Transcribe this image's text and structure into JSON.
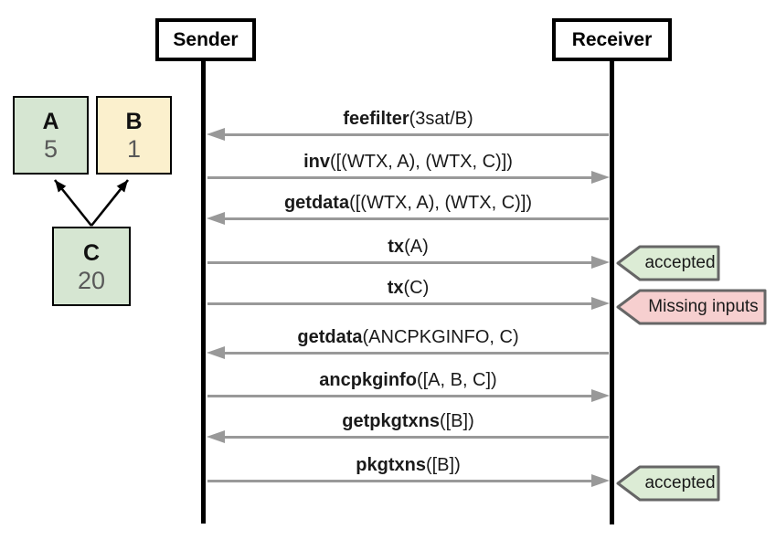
{
  "actors": {
    "sender": "Sender",
    "receiver": "Receiver"
  },
  "tx_graph": {
    "nodes": [
      {
        "label": "A",
        "fee": "5",
        "fill": "#d6e6d2"
      },
      {
        "label": "B",
        "fee": "1",
        "fill": "#fbf0cd"
      },
      {
        "label": "C",
        "fee": "20",
        "fill": "#d6e6d2"
      }
    ],
    "edges": [
      {
        "from": "C",
        "to": "A"
      },
      {
        "from": "C",
        "to": "B"
      }
    ]
  },
  "messages": [
    {
      "name": "feefilter",
      "args": "(3sat/B)",
      "direction": "to-sender"
    },
    {
      "name": "inv",
      "args": "([(WTX, A), (WTX, C)])",
      "direction": "to-receiver"
    },
    {
      "name": "getdata",
      "args": "([(WTX, A), (WTX, C)])",
      "direction": "to-sender"
    },
    {
      "name": "tx",
      "args": "(A)",
      "direction": "to-receiver",
      "annotation": "accepted",
      "annotation_fill": "#dcecd5"
    },
    {
      "name": "tx",
      "args": "(C)",
      "direction": "to-receiver",
      "annotation": "Missing inputs",
      "annotation_fill": "#f6cfcf"
    },
    {
      "name": "getdata",
      "args": "(ANCPKGINFO, C)",
      "direction": "to-sender"
    },
    {
      "name": "ancpkginfo",
      "args": "([A, B, C])",
      "direction": "to-receiver"
    },
    {
      "name": "getpkgtxns",
      "args": "([B])",
      "direction": "to-sender"
    },
    {
      "name": "pkgtxns",
      "args": "([B])",
      "direction": "to-receiver",
      "annotation": "accepted",
      "annotation_fill": "#dcecd5"
    }
  ],
  "colors": {
    "message_arrow": "#999999",
    "lifeline": "#000000",
    "annotation_border": "#666666",
    "annotation_success": "#dcecd5",
    "annotation_error": "#f6cfcf",
    "node_green": "#d6e6d2",
    "node_yellow": "#fbf0cd"
  }
}
